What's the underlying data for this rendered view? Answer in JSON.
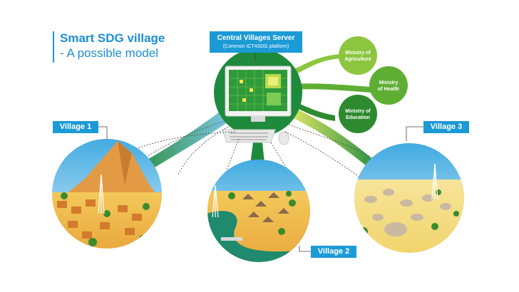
{
  "title": {
    "line1": "Smart SDG village",
    "line2": "- A possible model"
  },
  "server": {
    "title": "Central Villages Server",
    "subtitle": "(Common ICT4SDG platform)"
  },
  "ministries": [
    {
      "label_line1": "Ministry of",
      "label_line2": "Agriculture",
      "color": "#8cc63f"
    },
    {
      "label_line1": "Ministry",
      "label_line2": "of Health",
      "color": "#5fae34"
    },
    {
      "label_line1": "Ministry of",
      "label_line2": "Education",
      "color": "#2e8a2e"
    }
  ],
  "villages": [
    {
      "label": "Village 1"
    },
    {
      "label": "Village 2"
    },
    {
      "label": "Village 3"
    }
  ],
  "colors": {
    "accent_blue": "#1c9ad6",
    "server_green": "#1e8a3c",
    "link_green": "#2f9a3a"
  }
}
